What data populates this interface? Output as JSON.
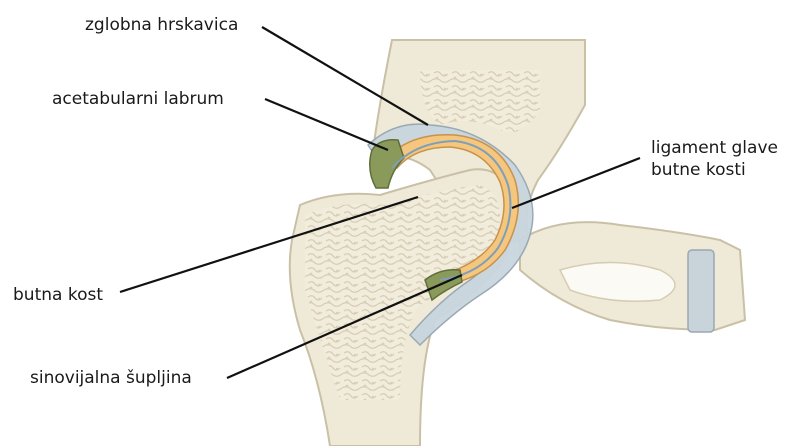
{
  "labels": {
    "articular_cartilage": "zglobna hrskavica",
    "acetabular_labrum": "acetabularni labrum",
    "femur": "butna kost",
    "synovial_cavity": "sinovijalna šupljina",
    "ligament_line1": "ligament glave",
    "ligament_line2": "butne kosti"
  },
  "colors": {
    "bone": "#efe9d7",
    "bone_outline": "#c9c0a6",
    "spongy": "#d8cfb6",
    "cartilage": "#f5c77e",
    "labrum": "#8a9a5b",
    "capsule": "#c9d6df",
    "band": "#c9d3da",
    "text": "#1a1a1a",
    "line": "#111111"
  }
}
